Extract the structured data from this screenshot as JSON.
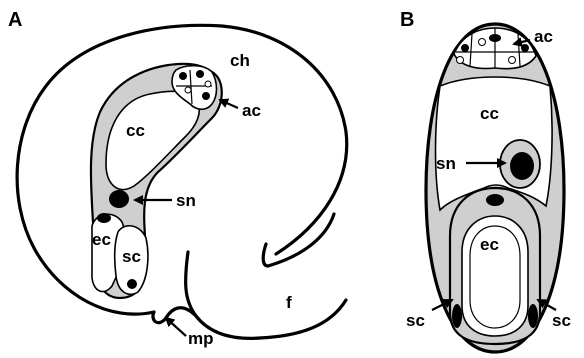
{
  "panels": {
    "a": "A",
    "b": "B"
  },
  "labels_a": {
    "ch": "ch",
    "cc": "cc",
    "ac": "ac",
    "sn": "sn",
    "ec": "ec",
    "sc": "sc",
    "f": "f",
    "mp": "mp"
  },
  "labels_b": {
    "ac": "ac",
    "cc": "cc",
    "sn": "sn",
    "ec": "ec",
    "sc_left": "sc",
    "sc_right": "sc"
  }
}
